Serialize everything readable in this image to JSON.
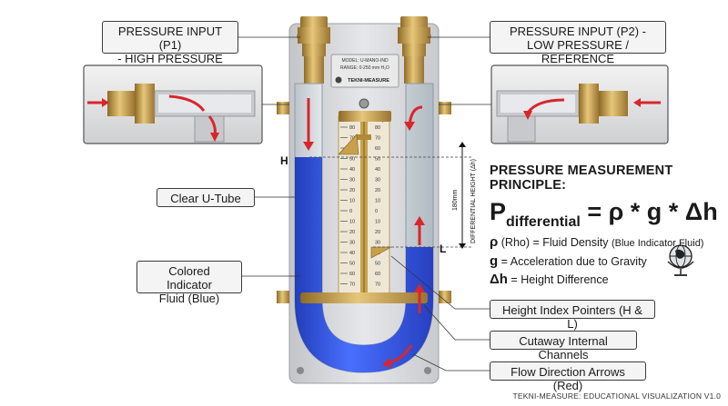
{
  "callouts": {
    "p1_title": "PRESSURE INPUT (P1)",
    "p1_sub": "- HIGH PRESSURE",
    "p2_title": "PRESSURE INPUT (P2) -",
    "p2_sub": "LOW PRESSURE / REFERENCE",
    "clear_tube": "Clear U-Tube",
    "fluid_1": "Colored Indicator",
    "fluid_2": "Fluid (Blue)",
    "pointers": "Height Index Pointers (H & L)",
    "channels": "Cutaway Internal Channels",
    "arrows": "Flow Direction Arrows (Red)"
  },
  "plate": {
    "model": "MODEL: U-MANO-IND",
    "range": "RANGE: 0-250 mm H₂O",
    "brand": "TEKNI-MEASURE",
    "scale_unit": "mm H₂O",
    "scale_ticks": [
      "80",
      "70",
      "60",
      "50",
      "40",
      "30",
      "20",
      "10",
      "0",
      "10",
      "20",
      "30",
      "40",
      "50",
      "60",
      "70"
    ],
    "label_h": "H",
    "label_l": "L",
    "dim_value": "180mm",
    "dim_label": "DIFFERENTIAL HEIGHT (Δh)"
  },
  "principle": {
    "title": "PRESSURE MEASUREMENT PRINCIPLE:",
    "formula_p": "P",
    "formula_sub": "differential",
    "formula_rhs": " = ρ * g * Δh",
    "rho_sym": "ρ",
    "rho_text": " (Rho) = Fluid Density ",
    "rho_note": "(Blue Indicator Fluid)",
    "g_sym": "g",
    "g_text": " = Acceleration due to Gravity",
    "dh_sym": "Δh",
    "dh_text": " = Height Difference"
  },
  "footer": "TEKNI-MEASURE: EDUCATIONAL VISUALIZATION V1.0",
  "colors": {
    "fluid": "#1f3fd0",
    "arrow": "#d8262b",
    "brass": "#c9a04a",
    "plate": "#d9d9dc"
  },
  "icons": [
    "globe-icon",
    "arrow-icon"
  ]
}
